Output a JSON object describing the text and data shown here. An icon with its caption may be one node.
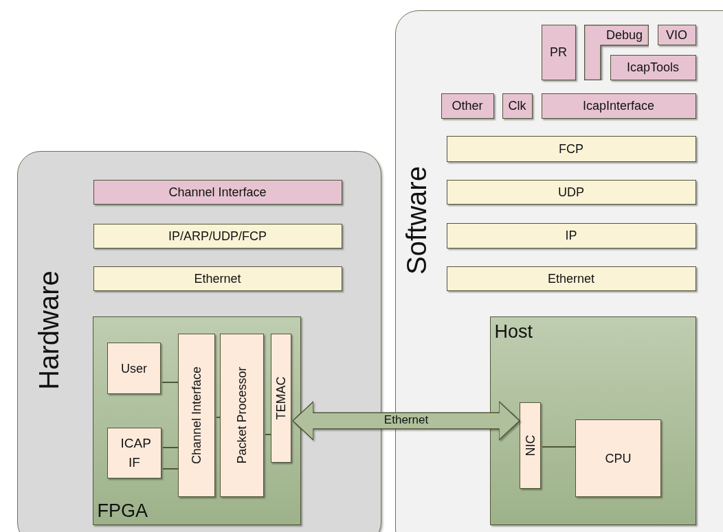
{
  "diagram": {
    "nodes": [
      {
        "text": [
          "Hardware"
        ]
      },
      {
        "text": [
          "Channel Interface"
        ],
        "in": 0
      },
      {
        "text": [
          "IP/ARP/UDP/FCP"
        ],
        "in": 0
      },
      {
        "text": [
          "Ethernet"
        ],
        "in": 0
      },
      {
        "text": [
          "FPGA"
        ],
        "in": 0
      },
      {
        "text": [
          "User"
        ],
        "in": 4
      },
      {
        "text": [
          "ICAP IF"
        ],
        "in": 4
      },
      {
        "text": [
          "Channel Interface"
        ],
        "in": 4
      },
      {
        "text": [
          "Packet Processor"
        ],
        "in": 4
      },
      {
        "text": [
          "TEMAC"
        ],
        "in": 4
      },
      {
        "text": [
          "Software"
        ]
      },
      {
        "text": [
          "PR"
        ],
        "in": 10
      },
      {
        "text": [
          "Debug"
        ],
        "in": 10
      },
      {
        "text": [
          "VIO"
        ],
        "in": 10
      },
      {
        "text": [
          "IcapTools"
        ],
        "in": 10
      },
      {
        "text": [
          "Other"
        ],
        "in": 10
      },
      {
        "text": [
          "Clk"
        ],
        "in": 10
      },
      {
        "text": [
          "IcapInterface"
        ],
        "in": 10
      },
      {
        "text": [
          "FCP"
        ],
        "in": 10
      },
      {
        "text": [
          "UDP"
        ],
        "in": 10
      },
      {
        "text": [
          "IP"
        ],
        "in": 10
      },
      {
        "text": [
          "Ethernet"
        ],
        "in": 10
      },
      {
        "text": [
          "Host"
        ],
        "in": 10
      },
      {
        "text": [
          "NIC"
        ],
        "in": 22
      },
      {
        "text": [
          "CPU"
        ],
        "in": 22
      }
    ],
    "edges": [
      {
        "from": 5,
        "to": 7,
        "arrow": "none"
      },
      {
        "from": 6,
        "to": 7,
        "arrow": "none"
      },
      {
        "from": 6,
        "to": 7,
        "arrow": "none"
      },
      {
        "from": 7,
        "to": 8,
        "arrow": "none"
      },
      {
        "from": 8,
        "to": 9,
        "arrow": "none"
      },
      {
        "from": 9,
        "to": 23,
        "arrow": "both",
        "label": "Ethernet",
        "style": "thick"
      },
      {
        "from": 23,
        "to": 24,
        "arrow": "none"
      }
    ]
  }
}
